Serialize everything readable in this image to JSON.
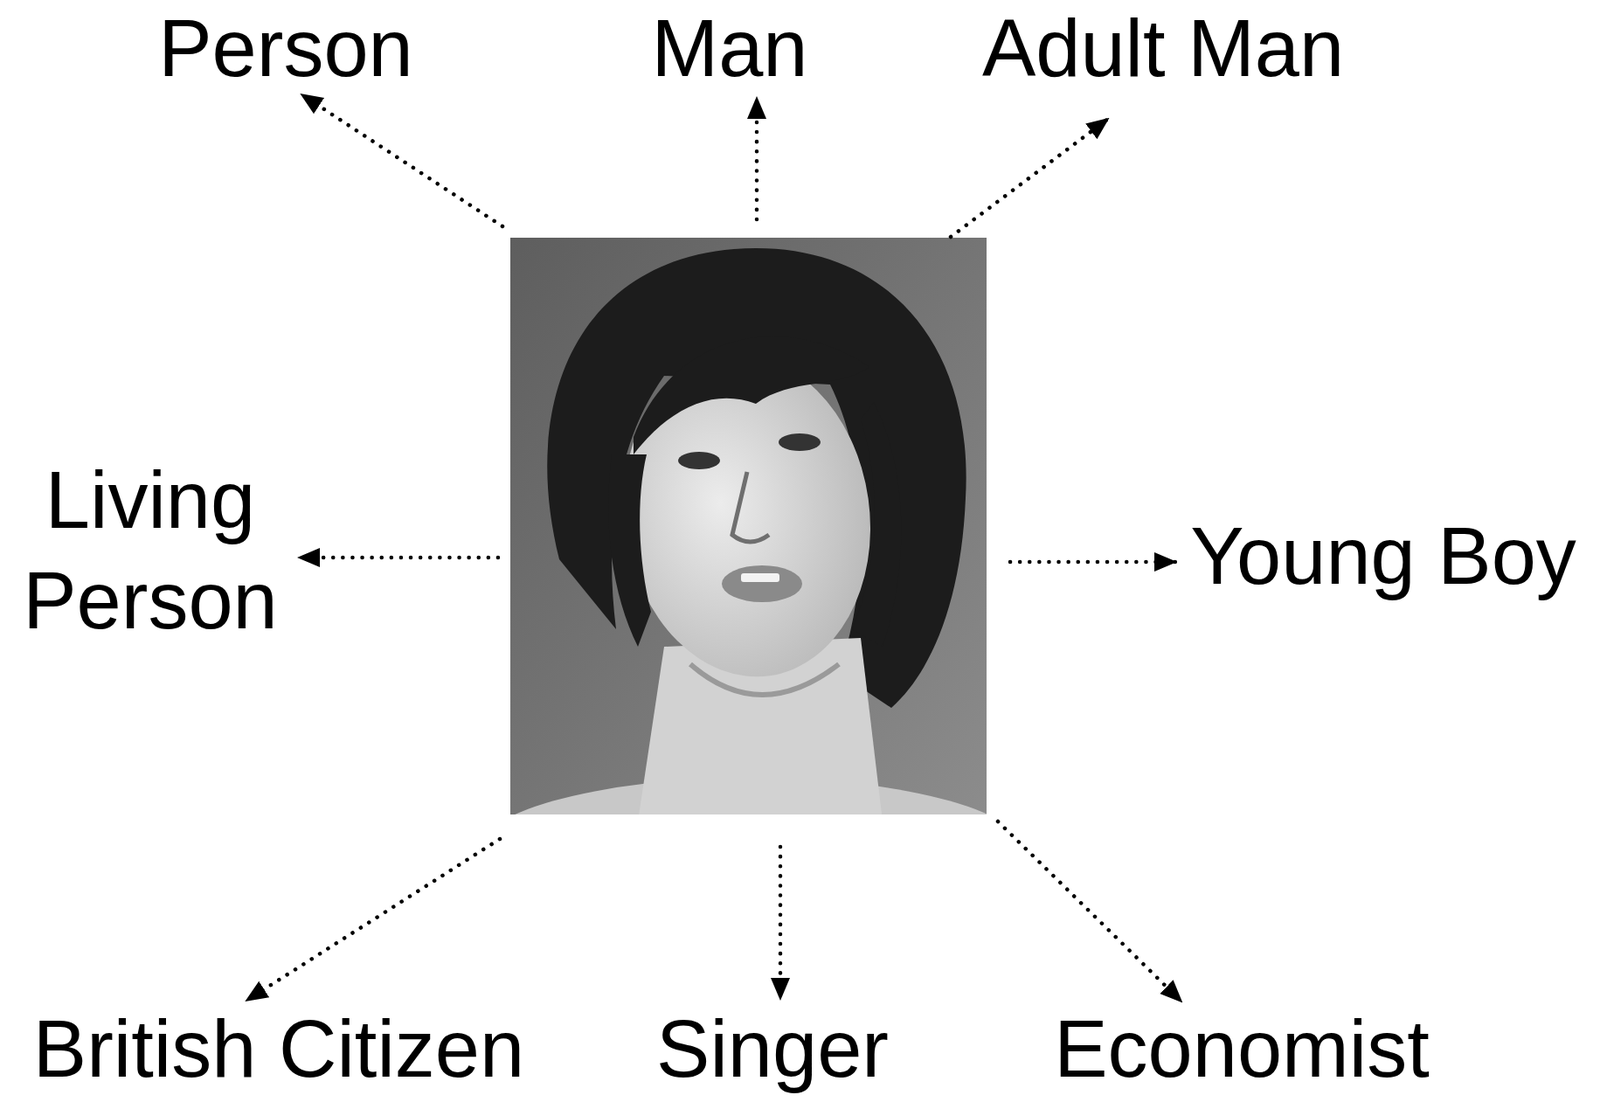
{
  "diagram": {
    "labels": [
      "Person",
      "Man",
      "Adult Man",
      "Living Person",
      "Young Boy",
      "British Citizen",
      "Singer",
      "Economist"
    ]
  }
}
